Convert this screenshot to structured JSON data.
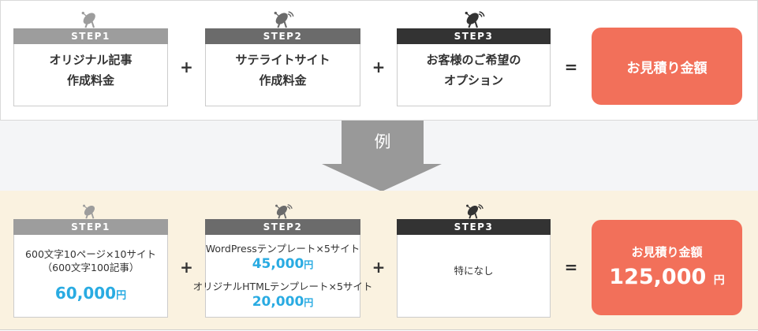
{
  "colors": {
    "accent_orange": "#f2705a",
    "price_blue": "#29abe2",
    "step1_gray": "#9d9d9d",
    "step2_gray": "#6b6b6b",
    "step3_dark": "#333333",
    "arrow_gray": "#999999",
    "example_bg_cream": "#faf2e0",
    "band_bg": "#f4f5f7"
  },
  "icons": {
    "step_icon": "satellite-dish-icon"
  },
  "top_section": {
    "plus": "+",
    "equals": "=",
    "steps": [
      {
        "label": "STEP1",
        "line1": "オリジナル記事",
        "line2": "作成料金"
      },
      {
        "label": "STEP2",
        "line1": "サテライトサイト",
        "line2": "作成料金"
      },
      {
        "label": "STEP3",
        "line1": "お客様のご希望の",
        "line2": "オプション"
      }
    ],
    "result_label": "お見積り金額"
  },
  "arrow": {
    "label": "例"
  },
  "example_section": {
    "plus": "+",
    "equals": "=",
    "step1": {
      "label": "STEP1",
      "line1": "600文字10ページ×10サイト",
      "line2": "（600文字100記事）",
      "price": "60,000",
      "unit": "円"
    },
    "step2": {
      "label": "STEP2",
      "item1_text": "WordPressテンプレート×5サイト",
      "item1_price": "45,000",
      "item1_unit": "円",
      "item2_text": "オリジナルHTMLテンプレート×5サイト",
      "item2_price": "20,000",
      "item2_unit": "円"
    },
    "step3": {
      "label": "STEP3",
      "text": "特になし"
    },
    "result_label": "お見積り金額",
    "result_price": "125,000",
    "result_unit": "円"
  }
}
